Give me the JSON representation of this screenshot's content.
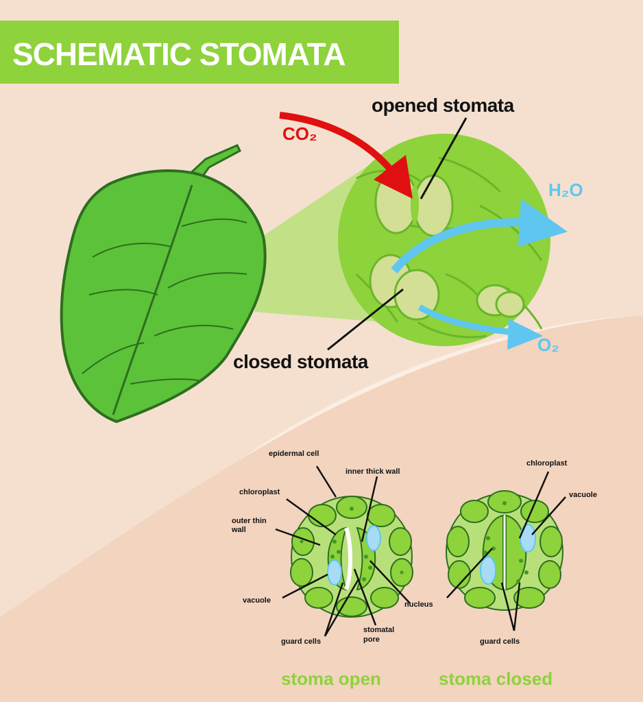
{
  "title": "SCHEMATIC STOMATA",
  "top_labels": {
    "opened": "opened stomata",
    "closed": "closed stomata",
    "co2": "CO₂",
    "h2o": "H₂O",
    "o2": "O₂"
  },
  "open_diagram": {
    "epidermal_cell": "epidermal cell",
    "inner_thick_wall": "inner thick wall",
    "chloroplast": "chloroplast",
    "outer_thin_wall": "outer thin wall",
    "vacuole": "vacuole",
    "guard_cells": "guard cells",
    "stomatal_pore": "stomatal pore",
    "caption": "stoma open"
  },
  "closed_diagram": {
    "chloroplast": "chloroplast",
    "vacuole": "vacuole",
    "nucleus": "nucleus",
    "guard_cells": "guard cells",
    "caption": "stoma closed"
  },
  "colors": {
    "title_bg": "#8ed23c",
    "leaf": "#5cc23a",
    "co2_arrow": "#e01010",
    "water_arrow": "#5fc6f0",
    "caption": "#8ed23c",
    "background_light": "#fbeee2",
    "background_dark": "#f3d7c3"
  }
}
